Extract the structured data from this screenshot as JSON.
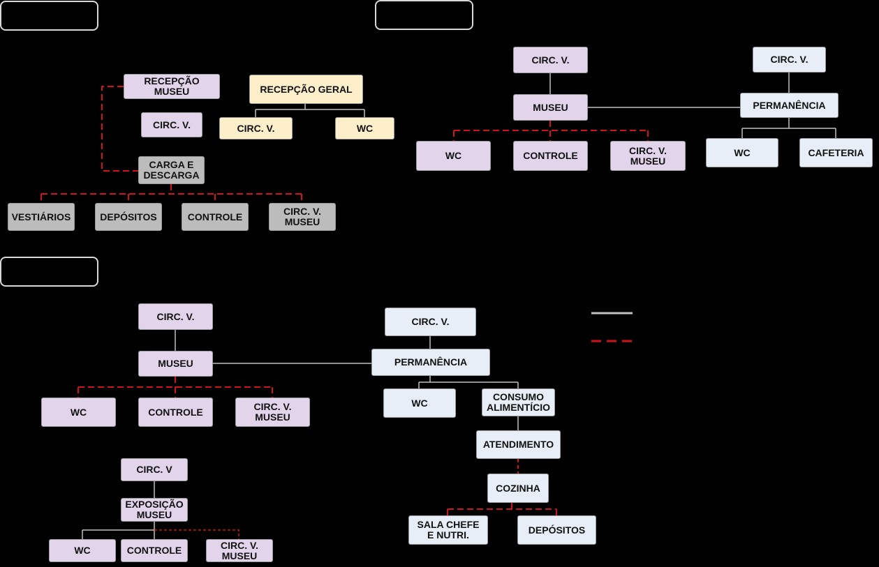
{
  "colors": {
    "purple": "#e2d5eb",
    "cream": "#fdefc9",
    "gray": "#bcbcbc",
    "lightblue": "#e8eef7",
    "solid_line": "#bfbfbf",
    "dashed_line": "#d0141c",
    "background": "#000000"
  },
  "section_a": {
    "recepcao_museu": "RECEPÇÃO\nMUSEU",
    "circ_v": "CIRC. V.",
    "carga_descarga": "CARGA E\nDESCARGA",
    "vestiarios": "VESTIÁRIOS",
    "depositos": "DEPÓSITOS",
    "controle": "CONTROLE",
    "circ_v_museu": "CIRC. V.\nMUSEU",
    "recepcao_geral": "RECEPÇÃO GERAL",
    "circ_v_geral": "CIRC. V.",
    "wc_geral": "WC"
  },
  "section_b": {
    "circ_v_museu_top": "CIRC. V.",
    "museu": "MUSEU",
    "wc": "WC",
    "controle": "CONTROLE",
    "circ_v_museu": "CIRC. V.\nMUSEU",
    "circ_v_perm_top": "CIRC. V.",
    "permanencia": "PERMANÊNCIA",
    "wc_perm": "WC",
    "cafeteria": "CAFETERIA"
  },
  "section_c": {
    "circ_v_museu_top": "CIRC. V.",
    "museu": "MUSEU",
    "wc": "WC",
    "controle": "CONTROLE",
    "circ_v_museu": "CIRC. V.\nMUSEU",
    "circ_v_exp": "CIRC. V",
    "exposicao_museu": "EXPOSIÇÃO\nMUSEU",
    "wc_exp": "WC",
    "controle_exp": "CONTROLE",
    "circ_v_museu_exp": "CIRC. V.\nMUSEU",
    "circ_v_perm_top": "CIRC. V.",
    "permanencia": "PERMANÊNCIA",
    "wc_perm": "WC",
    "consumo_alimenticio": "CONSUMO\nALIMENTÍCIO",
    "atendimento": "ATENDIMENTO",
    "cozinha": "COZINHA",
    "sala_chefe": "SALA CHEFE\nE NUTRI.",
    "depositos": "DEPÓSITOS"
  },
  "legend": {
    "solid_icon": "solid-line-icon",
    "dashed_icon": "dashed-line-icon"
  }
}
